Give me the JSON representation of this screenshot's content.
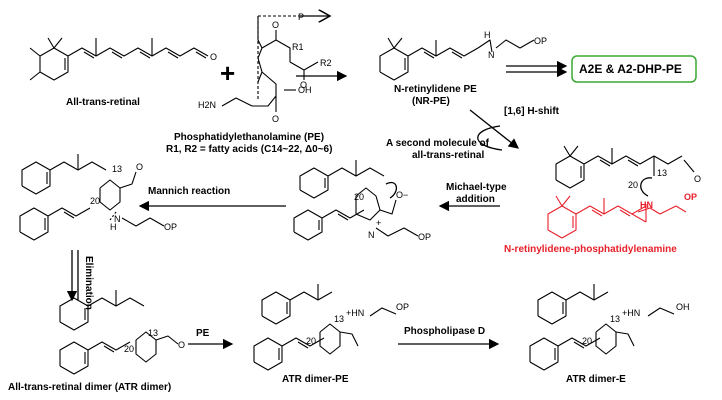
{
  "compounds": {
    "retinal": "All-trans-retinal",
    "pe_line1": "Phosphatidylethanolamine (PE)",
    "pe_line2": "R1, R2 = fatty acids (C14~22, Δ0~6)",
    "nrpe_line1": "N-retinylidene PE",
    "nrpe_line2": "(NR-PE)",
    "a2e": "A2E & A2-DHP-PE",
    "phosphatidylenamine": "N-retinylidene-phosphatidylenamine",
    "atr_dimer": "All-trans-retinal dimer (ATR dimer)",
    "atr_dimer_pe": "ATR dimer-PE",
    "atr_dimer_e": "ATR dimer-E"
  },
  "steps": {
    "h_shift": "[1,6] H-shift",
    "second_molecule_1": "A second molecule of",
    "second_molecule_2": "all-trans-retinal",
    "michael_1": "Michael-type",
    "michael_2": "addition",
    "mannich": "Mannich reaction",
    "elimination": "Elimination",
    "pe": "PE",
    "phospholipase": "Phospholipase D"
  },
  "atoms": {
    "plus": "+",
    "p": "P",
    "r1": "R1",
    "r2": "R2",
    "h2n": "H2N",
    "o": "O",
    "oh": "OH",
    "op": "OP",
    "hn": "HN",
    "h": "H",
    "n": "N",
    "n_plus": "+",
    "oxide": "O−",
    "c13": "13",
    "c20": "20",
    "ohn": "+HN"
  },
  "colors": {
    "text": "#000000",
    "highlight": "#e8202a",
    "box_border": "#3aa832"
  }
}
